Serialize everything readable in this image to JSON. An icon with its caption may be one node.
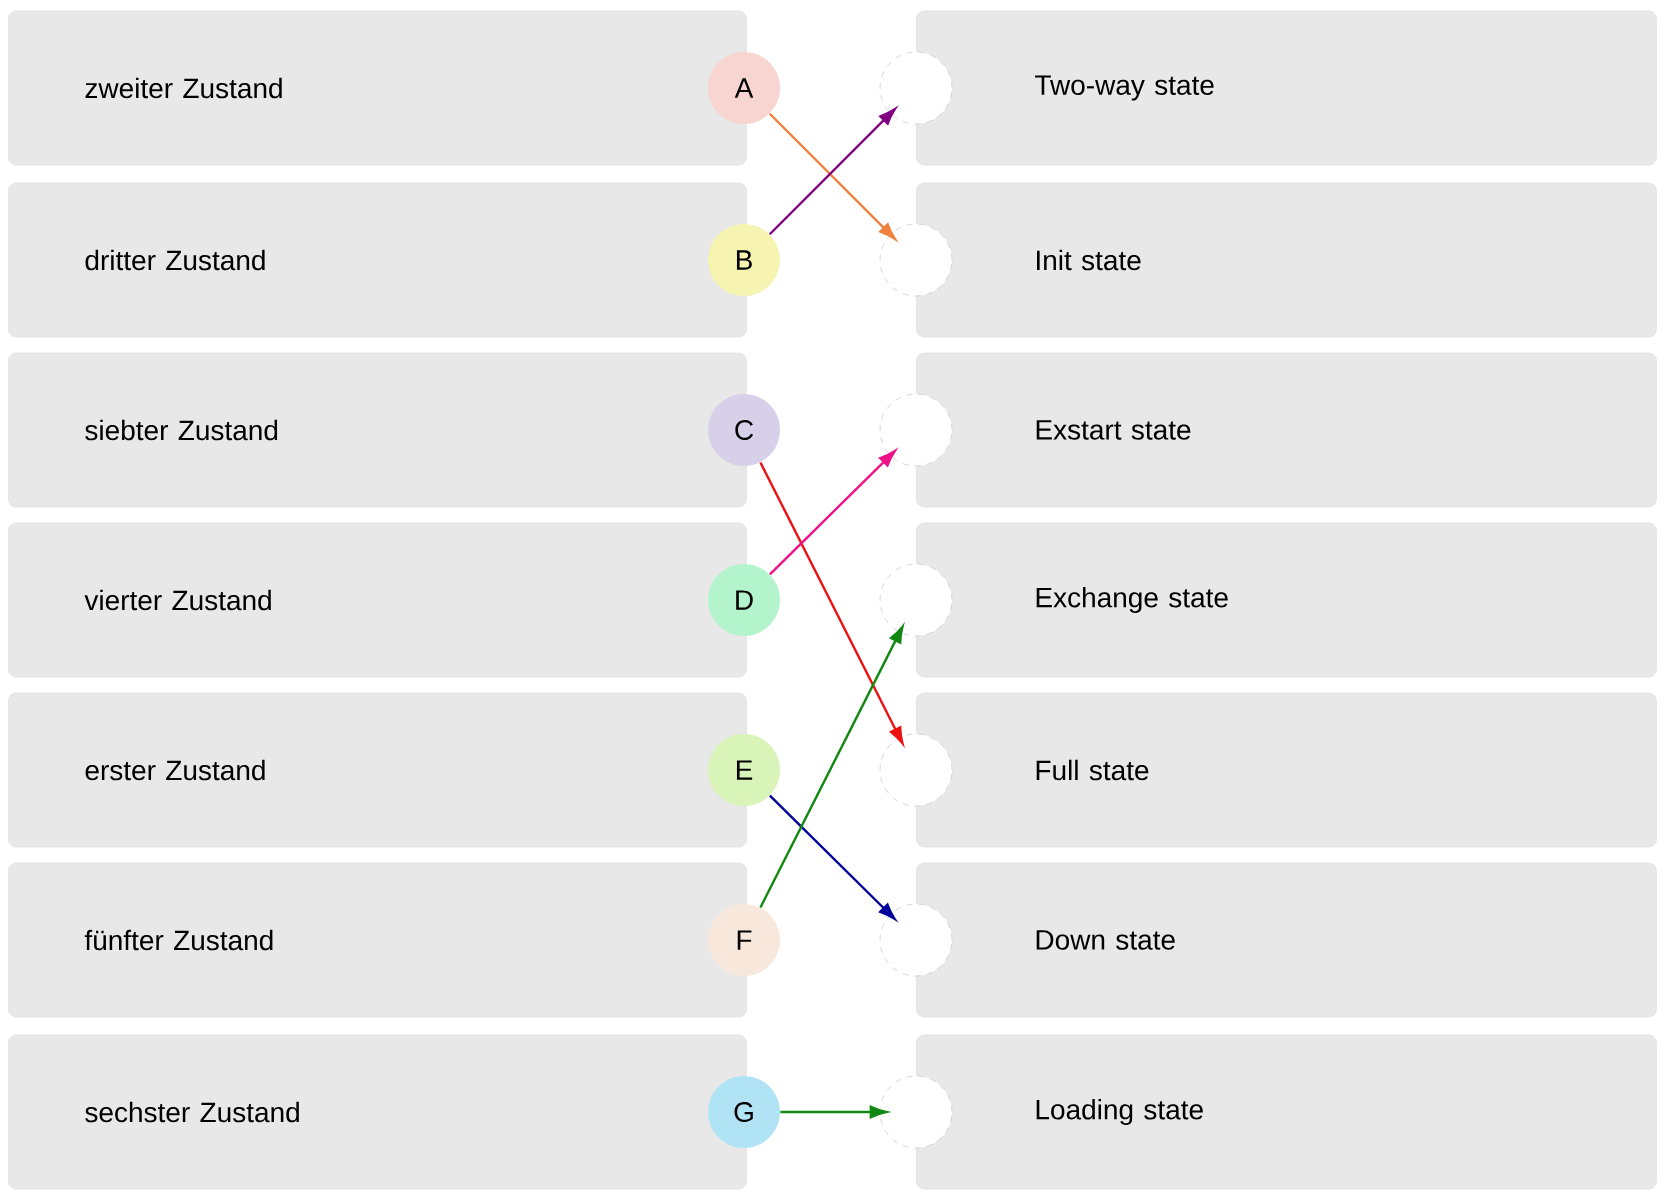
{
  "diagram": {
    "nodes": [
      {
        "text": [
          "zweiter Zustand"
        ]
      },
      {
        "text": [
          "A"
        ]
      },
      {
        "text": [],
        "shape": "circle"
      },
      {
        "text": [
          "Two-way state"
        ]
      },
      {
        "text": [
          "dritter Zustand"
        ]
      },
      {
        "text": [
          "B"
        ]
      },
      {
        "text": [],
        "shape": "circle"
      },
      {
        "text": [
          "Init state"
        ]
      },
      {
        "text": [
          "siebter Zustand"
        ]
      },
      {
        "text": [
          "C"
        ]
      },
      {
        "text": [],
        "shape": "circle"
      },
      {
        "text": [
          "Exstart state"
        ]
      },
      {
        "text": [
          "vierter Zustand"
        ]
      },
      {
        "text": [
          "D"
        ]
      },
      {
        "text": [],
        "shape": "circle"
      },
      {
        "text": [
          "Exchange state"
        ]
      },
      {
        "text": [
          "erster Zustand"
        ]
      },
      {
        "text": [
          "E"
        ]
      },
      {
        "text": [],
        "shape": "circle"
      },
      {
        "text": [
          "Full state"
        ]
      },
      {
        "text": [
          "fünfter Zustand"
        ]
      },
      {
        "text": [
          "F"
        ]
      },
      {
        "text": [],
        "shape": "circle"
      },
      {
        "text": [
          "Down state"
        ]
      },
      {
        "text": [
          "sechster Zustand"
        ]
      },
      {
        "text": [
          "G"
        ]
      },
      {
        "text": [],
        "shape": "circle"
      },
      {
        "text": [
          "Loading state"
        ]
      }
    ],
    "edges": [
      {
        "from": 1,
        "to": 6,
        "arrow": "to",
        "color": "#f0823c"
      },
      {
        "from": 5,
        "to": 2,
        "arrow": "to",
        "color": "#800080"
      },
      {
        "from": 9,
        "to": 18,
        "arrow": "to",
        "color": "#ee1111"
      },
      {
        "from": 13,
        "to": 10,
        "arrow": "to",
        "color": "#ee1188"
      },
      {
        "from": 17,
        "to": 22,
        "arrow": "to",
        "color": "#000099"
      },
      {
        "from": 21,
        "to": 14,
        "arrow": "to",
        "color": "#118811"
      },
      {
        "from": 25,
        "to": 26,
        "arrow": "to",
        "color": "#118811"
      }
    ]
  }
}
